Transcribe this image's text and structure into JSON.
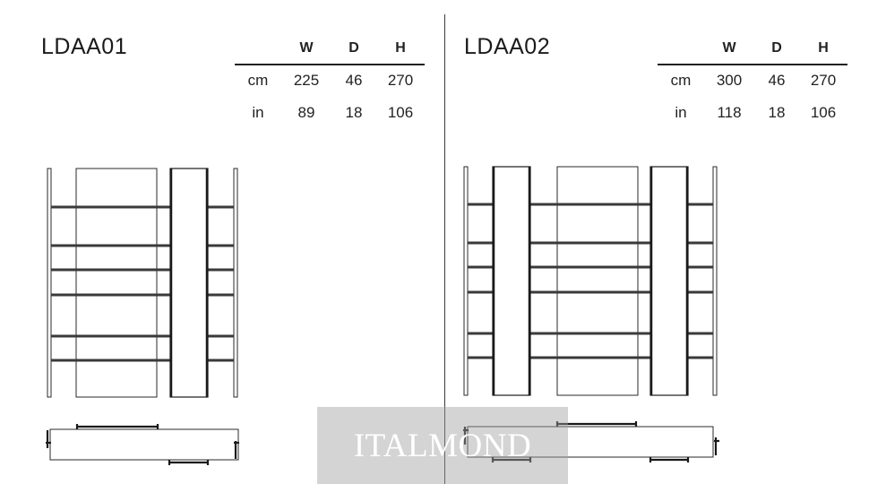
{
  "headers": {
    "w": "W",
    "d": "D",
    "h": "H"
  },
  "models": [
    {
      "code": "LDAA01",
      "rows": [
        {
          "unit": "cm",
          "w": "225",
          "d": "46",
          "h": "270"
        },
        {
          "unit": "in",
          "w": "89",
          "d": "18",
          "h": "106"
        }
      ]
    },
    {
      "code": "LDAA02",
      "rows": [
        {
          "unit": "cm",
          "w": "300",
          "d": "46",
          "h": "270"
        },
        {
          "unit": "in",
          "w": "118",
          "d": "18",
          "h": "106"
        }
      ]
    }
  ],
  "watermark": {
    "text": "ITALMOND"
  }
}
